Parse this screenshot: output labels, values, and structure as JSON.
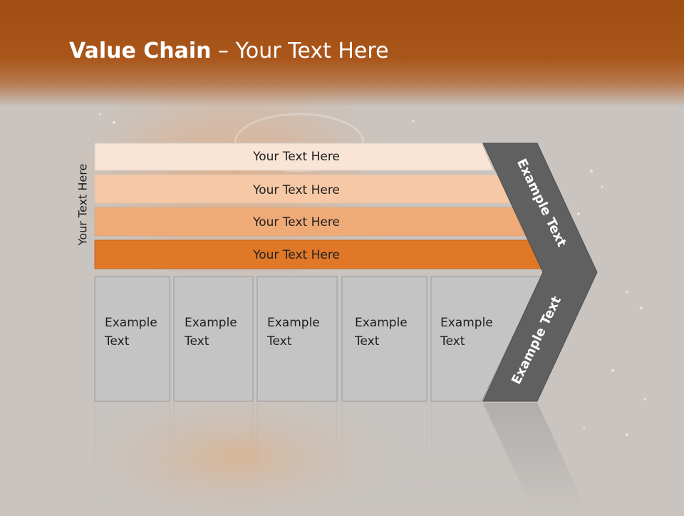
{
  "slide": {
    "title_bold": "Value Chain",
    "title_rest": " – Your Text Here",
    "side_label": "Your Text Here"
  },
  "bars": [
    {
      "label": "Your Text Here",
      "color": "#f9e4d5"
    },
    {
      "label": "Your Text Here",
      "color": "#f6c8a5"
    },
    {
      "label": "Your Text Here",
      "color": "#eeaa77"
    },
    {
      "label": "Your Text Here",
      "color": "#e07828"
    }
  ],
  "boxes": [
    {
      "line1": "Example",
      "line2": "Text"
    },
    {
      "line1": "Example",
      "line2": "Text"
    },
    {
      "line1": "Example",
      "line2": "Text"
    },
    {
      "line1": "Example",
      "line2": "Text"
    },
    {
      "line1": "Example",
      "line2": "Text"
    }
  ],
  "arrow": {
    "upper_label": "Example Text",
    "lower_label": "Example Text",
    "color": "#606060"
  },
  "colors": {
    "header": "#a04d12",
    "box_fill": "#c4c4c4",
    "box_border": "#9a9a9a"
  }
}
